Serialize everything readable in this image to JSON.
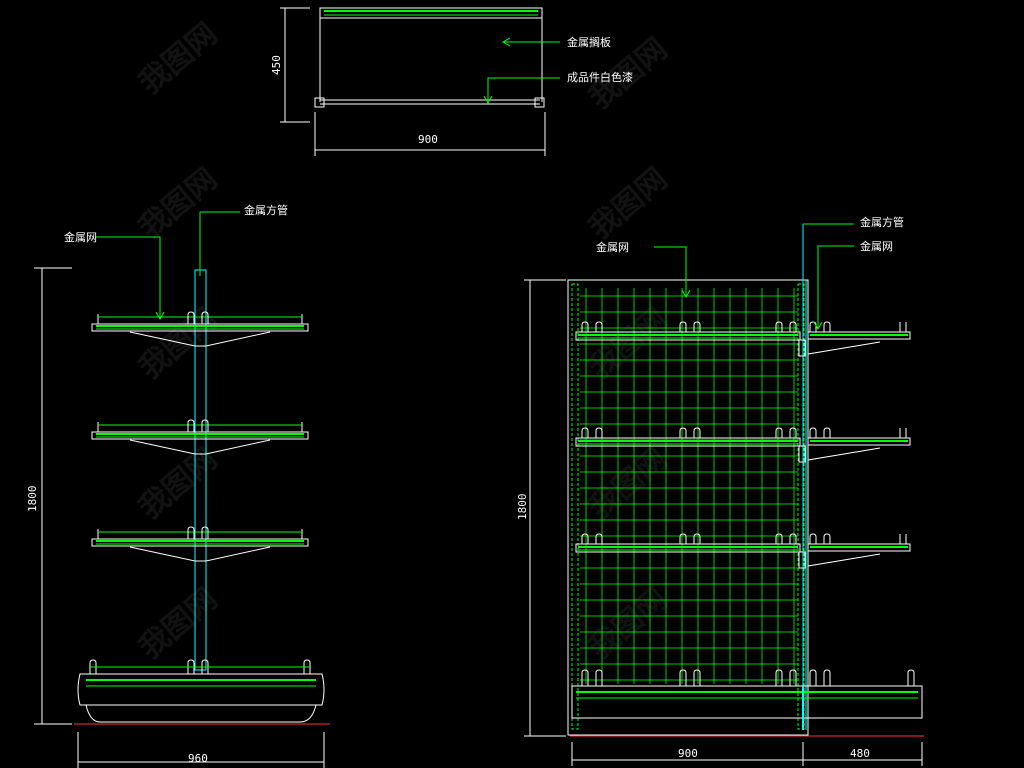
{
  "labels": {
    "top_metal_board": "金属搁板",
    "top_finish": "成品件白色漆",
    "left_metal_mesh": "金属网",
    "left_metal_tube": "金属方管",
    "right_metal_tube": "金属方管",
    "right_metal_mesh_a": "金属网",
    "right_metal_mesh_b": "金属网"
  },
  "dimensions": {
    "top_height": "450",
    "top_width": "900",
    "left_height": "1800",
    "left_width": "960",
    "right_height": "1800",
    "right_width_main": "900",
    "right_width_side": "480"
  },
  "watermark": "我图网",
  "colors": {
    "background": "#000000",
    "outline": "#ffffff",
    "shelf": "#00ff00",
    "structure": "#00ffff",
    "floor": "#ff3333"
  }
}
